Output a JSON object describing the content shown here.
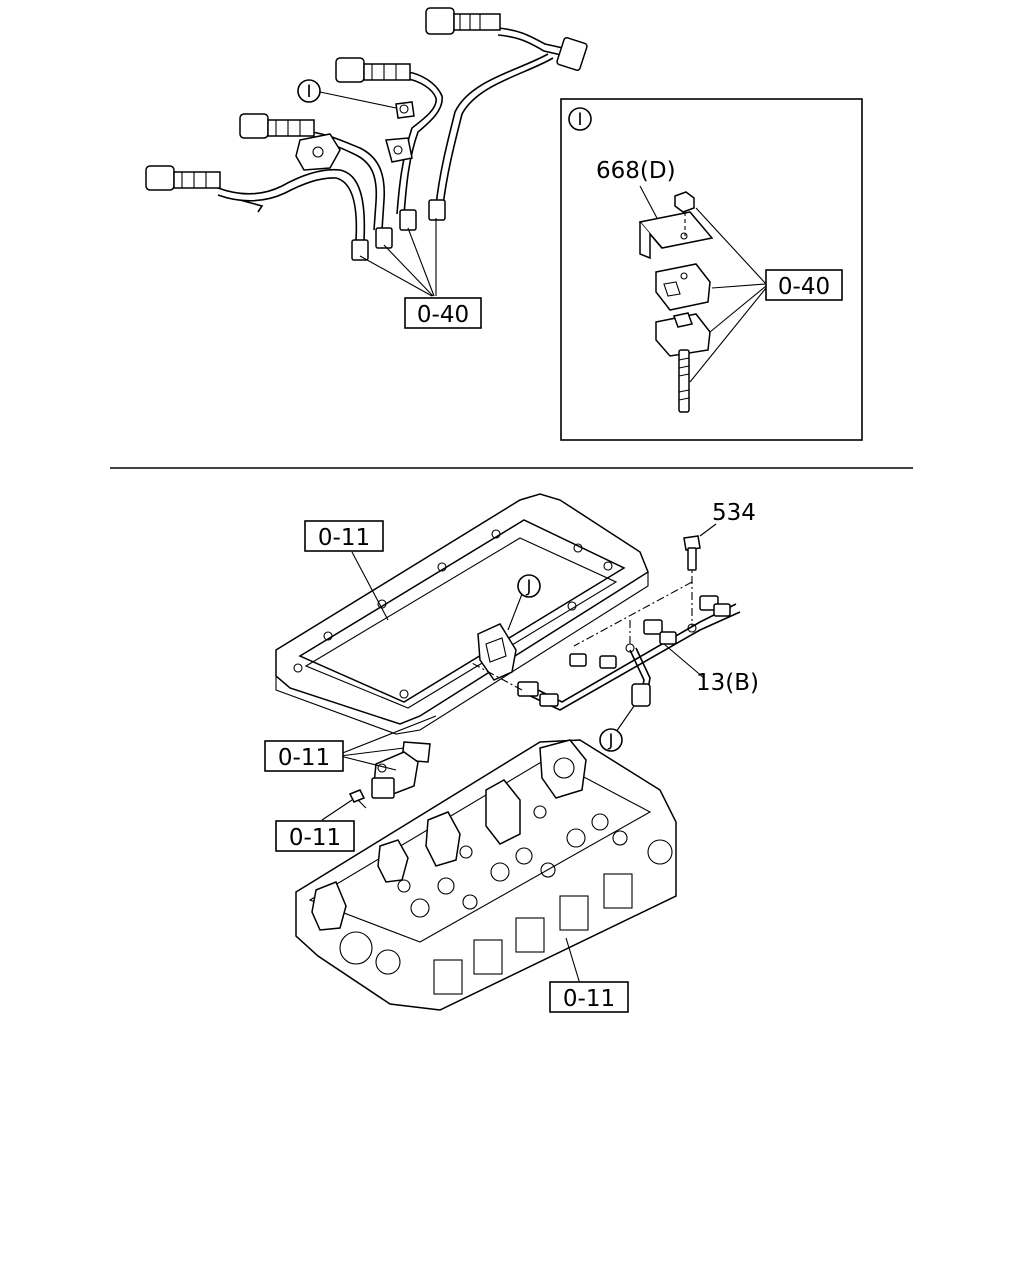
{
  "detail_marker": "I",
  "connector_marker": "J",
  "labels": {
    "injector_pipes_ref": "0-40",
    "detail_bracket_part": "668(D)",
    "detail_ref": "0-40",
    "bolt_part": "534",
    "harness_part": "13(B)",
    "cover_gasket_ref": "0-11",
    "sensor_ref": "0-11",
    "sensor_bolt_ref": "0-11",
    "cylinder_head_ref": "0-11"
  }
}
